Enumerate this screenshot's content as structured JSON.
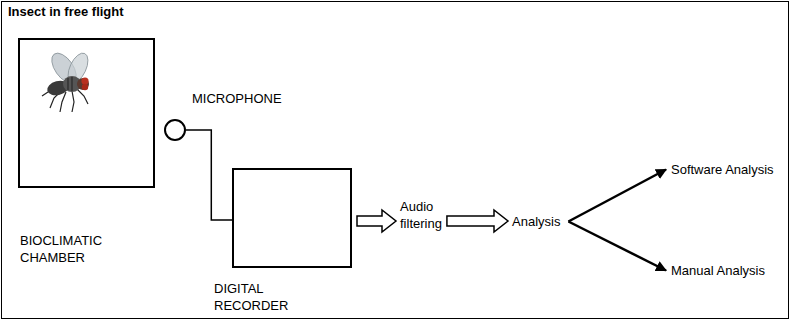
{
  "diagram": {
    "title": "Insect in free flight",
    "nodes": [
      {
        "text": [
          "BIOCLIMATIC CHAMBER"
        ]
      },
      {
        "text": [
          "MICROPHONE"
        ]
      },
      {
        "text": [
          "DIGITAL RECORDER"
        ]
      },
      {
        "text": [
          "Audio filtering"
        ]
      },
      {
        "text": [
          "Analysis"
        ]
      },
      {
        "text": [
          "Software Analysis"
        ]
      },
      {
        "text": [
          "Manual Analysis"
        ]
      }
    ],
    "edges": [
      {
        "from": 1,
        "to": 2,
        "arrow": "none"
      },
      {
        "from": 2,
        "to": 3,
        "arrow": "to"
      },
      {
        "from": 3,
        "to": 4,
        "arrow": "to"
      },
      {
        "from": 4,
        "to": 5,
        "arrow": "to"
      },
      {
        "from": 4,
        "to": 6,
        "arrow": "to"
      }
    ]
  }
}
